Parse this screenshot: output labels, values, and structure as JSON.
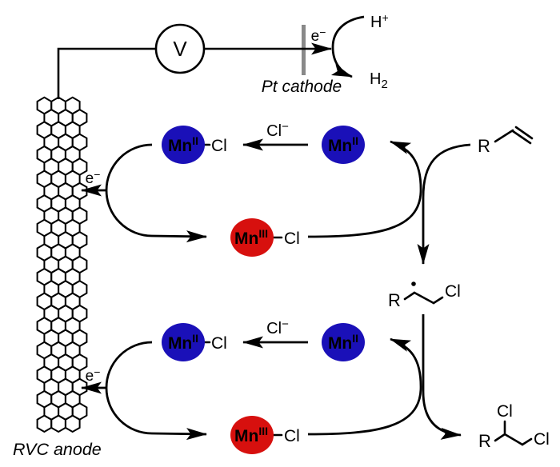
{
  "colors": {
    "mn_blue": "#1a10b8",
    "mn_red": "#d7100e",
    "accent_red": "#e11414",
    "accent_blue": "#2213cf",
    "electrode_gray": "#898989",
    "line_black": "#000000"
  },
  "circuit": {
    "voltmeter_label": "V",
    "cathode": {
      "label": "Pt cathode",
      "electron": {
        "base": "e",
        "sup": "−"
      },
      "h_plus": {
        "base": "H",
        "sup": "+"
      },
      "h2": {
        "base": "H",
        "sub": "2"
      }
    },
    "anode": {
      "label": "RVC anode"
    }
  },
  "cycles": [
    {
      "mn2cl": {
        "mn": {
          "base": "Mn",
          "sup": "II"
        },
        "cl": "Cl"
      },
      "chloride_label": {
        "base": "Cl",
        "sup": "−"
      },
      "mn2": {
        "base": "Mn",
        "sup": "II"
      },
      "electron": {
        "base": "e",
        "sup": "−"
      },
      "mn3cl": {
        "mn": {
          "base": "Mn",
          "sup": "III"
        },
        "cl": "Cl"
      }
    },
    {
      "mn2cl": {
        "mn": {
          "base": "Mn",
          "sup": "II"
        },
        "cl": "Cl"
      },
      "chloride_label": {
        "base": "Cl",
        "sup": "−"
      },
      "mn2": {
        "base": "Mn",
        "sup": "II"
      },
      "electron": {
        "base": "e",
        "sup": "−"
      },
      "mn3cl": {
        "mn": {
          "base": "Mn",
          "sup": "III"
        },
        "cl": "Cl"
      }
    }
  ],
  "substrate": {
    "r_label": "R"
  },
  "radical": {
    "r_label": "R",
    "cl_label": "Cl"
  },
  "product": {
    "r_label": "R",
    "cl_top_label": "Cl",
    "cl_right_label": "Cl"
  }
}
